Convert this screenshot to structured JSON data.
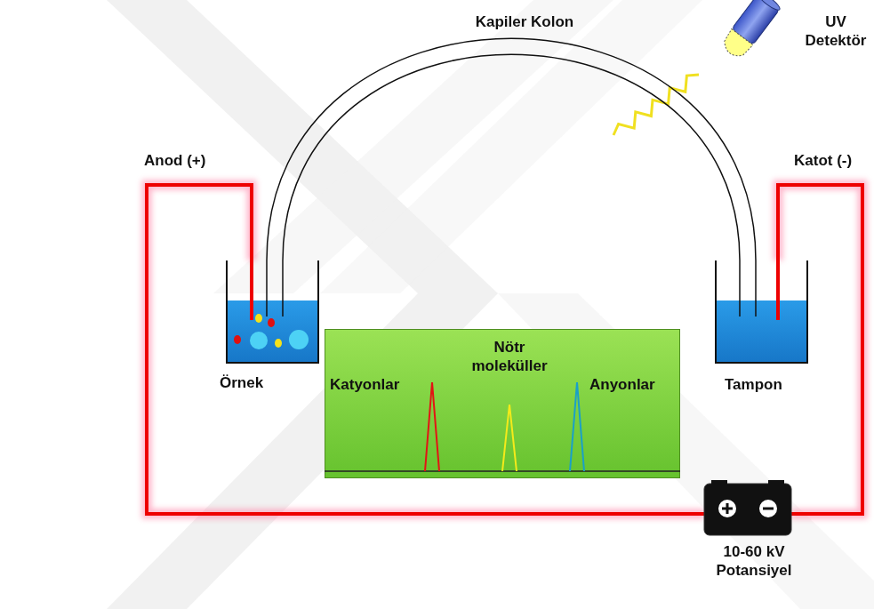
{
  "diagram": {
    "nodes": [
      {
        "text": [
          "Örnek"
        ]
      },
      {
        "text": [
          "Tampon"
        ]
      },
      {
        "text": [
          "Katyonlar",
          "Nötr moleküller",
          "Anyonlar"
        ]
      },
      {
        "text": [
          "10-60 kV Potansiyel"
        ]
      }
    ],
    "edges": [
      {
        "from": 0,
        "to": 1,
        "arrow": "none",
        "label": "Kapiler Kolon"
      },
      {
        "from": 0,
        "to": 3,
        "arrow": "none"
      },
      {
        "from": 1,
        "to": 3,
        "arrow": "none"
      }
    ],
    "labels": [
      "UV Detektör",
      "Anod (+)",
      "Katot (-)"
    ]
  }
}
